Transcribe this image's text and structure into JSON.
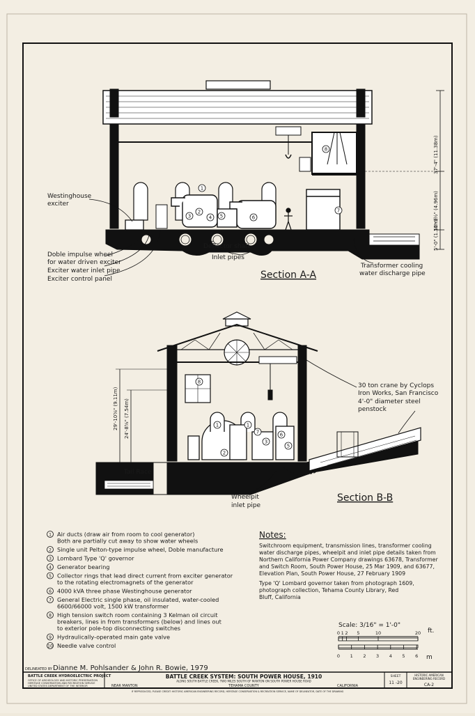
{
  "section_aa": {
    "title": "Section A-A",
    "labels": {
      "exciter": [
        "Westinghouse",
        "exciter"
      ],
      "doble_wheel": [
        "Doble impulse wheel",
        "for water driven exciter"
      ],
      "exciter_inlet": "Exciter water inlet pipe",
      "exciter_panel": "Exciter control panel",
      "deflector": "Deflector shaft",
      "inlet_pipes": "Inlet pipes",
      "transformer_cooling": [
        "Transformer cooling",
        "water discharge pipe"
      ]
    },
    "dimensions": {
      "d1": "37'-4\" (11.38m)",
      "d2": "16'-3½\" (4.96m)",
      "d3": "5'-0\" (1.52m)"
    },
    "callouts": [
      "1",
      "2",
      "3",
      "4",
      "5",
      "6",
      "7",
      "8"
    ]
  },
  "section_bb": {
    "title": "Section B-B",
    "labels": {
      "crane": [
        "30 ton crane by Cyclops",
        "Iron Works, San Francisco"
      ],
      "penstock": [
        "4'-0\" diameter steel",
        "penstock"
      ],
      "tail_race": "Tail Race",
      "wheelpit": [
        "Wheelpit",
        "inlet pipe"
      ]
    },
    "dimensions": {
      "d1": "29'-10⅝\" (9.11m)",
      "d2": "24'-8⅝\" (7.54m)"
    }
  },
  "legend": [
    {
      "num": "1",
      "lines": [
        "Air ducts (draw air from room to cool generator)",
        "Both are partially cut away to show water wheels"
      ]
    },
    {
      "num": "2",
      "lines": [
        "Single unit Pelton-type impulse wheel, Doble manufacture"
      ]
    },
    {
      "num": "3",
      "lines": [
        "Lombard Type 'Q' governor"
      ]
    },
    {
      "num": "4",
      "lines": [
        "Generator bearing"
      ]
    },
    {
      "num": "5",
      "lines": [
        "Collector rings that lead direct current from exciter generator",
        "to the rotating electromagnets of the generator"
      ]
    },
    {
      "num": "6",
      "lines": [
        "4000 kVA three phase Westinghouse generator"
      ]
    },
    {
      "num": "7",
      "lines": [
        "General Electric single phase, oil insulated, water-cooled",
        "6600/66000 volt, 1500 kW transformer"
      ]
    },
    {
      "num": "8",
      "lines": [
        "High tension switch room containing 3 Kelman oil circuit",
        "breakers, lines in from transformers (below) and lines out",
        "to exterior pole-top disconnecting switches"
      ]
    },
    {
      "num": "9",
      "lines": [
        "Hydraulically-operated main gate valve"
      ]
    },
    {
      "num": "10",
      "lines": [
        "Needle valve control"
      ]
    }
  ],
  "notes": {
    "title": "Notes:",
    "lines": [
      "Switchroom equipment, transmission lines, transformer cooling",
      "water discharge pipes, wheelpit and inlet pipe details taken from",
      "Northern California Power Company drawings 63678, Transformer",
      "and Switch Room, South Power House, 25 Mar 1909, and 63677,",
      "Elevation Plan, South Power House, 27 February 1909",
      "Type 'Q' Lombard governor taken from photograph 1609,",
      "photograph collection, Tehama County Library, Red",
      "Bluff, California"
    ]
  },
  "scale": {
    "label": "Scale: 3/16\" = 1'-0\"",
    "ft_label": "ft.",
    "m_label": "m",
    "ft_ticks": [
      "0",
      "1",
      "2",
      "5",
      "10",
      "20"
    ],
    "m_ticks": [
      "0",
      "1",
      "2",
      "3",
      "4",
      "5",
      "6"
    ]
  },
  "delineator": "Dianne M. Pohlsander & John R. Bowie, 1979",
  "delineated_by": "DELINEATED BY",
  "title_block": {
    "project": "BATTLE CREEK HYDROELECTRIC PROJECT",
    "project_sub": [
      "OFFICE OF ARCHEOLOGY AND HISTORIC PRESERVATION",
      "HERITAGE CONSERVATION AND RECREATION SERVICE",
      "UNITED STATES DEPARTMENT OF THE INTERIOR"
    ],
    "main_title": "BATTLE CREEK SYSTEM: SOUTH POWER HOUSE, 1910",
    "subtitle": "ALONG SOUTH BATTLE CREEK, TWO MILES SOUTH OF MANTON ON SOUTH POWER HOUSE ROAD",
    "near": "NEAR MANTON",
    "county": "TEHAMA COUNTY",
    "state": "CALIFORNIA",
    "sheet_label": "SHEET",
    "sheet": "11 -20",
    "record": [
      "HISTORIC AMERICAN",
      "ENGINEERING RECORD"
    ],
    "record_id": "CA-2",
    "footer": "IF REPRODUCED, PLEASE CREDIT: HISTORIC AMERICAN ENGINEERING RECORD, HERITAGE CONSERVATION & RECREATION SERVICE, NAME OF DELINEATOR, DATE OF THE DRAWING"
  }
}
